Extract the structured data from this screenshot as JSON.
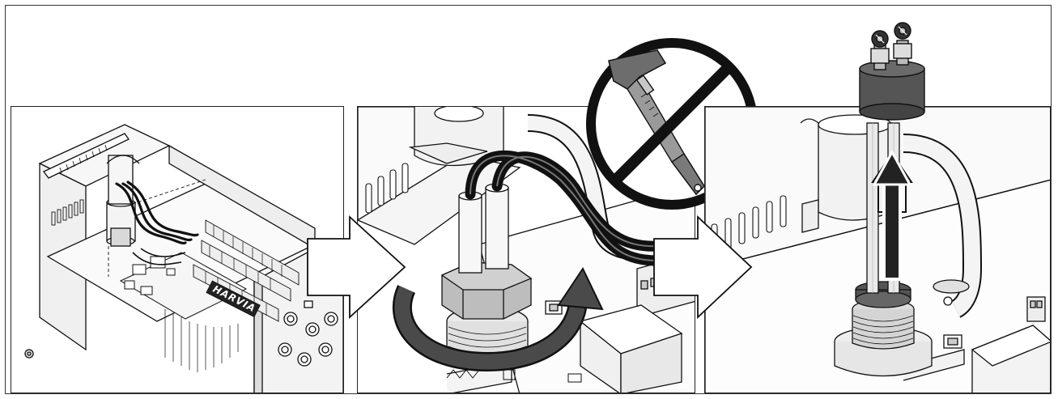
{
  "figure": {
    "panels": [
      {
        "id": "panel-1",
        "subject": "heater-overview"
      },
      {
        "id": "panel-2",
        "subject": "unscrew-heating-element"
      },
      {
        "id": "panel-3",
        "subject": "remove-heating-element"
      }
    ],
    "brand_label": "HARVIA",
    "prohibition_symbol": {
      "tool": "pipe-wrench-icon",
      "meaning": "do-not-use"
    },
    "arrows": [
      "next-step-arrow",
      "next-step-arrow"
    ],
    "colors": {
      "line": "#111111",
      "fill_light": "#f2f2f2",
      "fill_mid": "#bdbdbd",
      "fill_dark": "#555555",
      "background": "#ffffff"
    }
  }
}
